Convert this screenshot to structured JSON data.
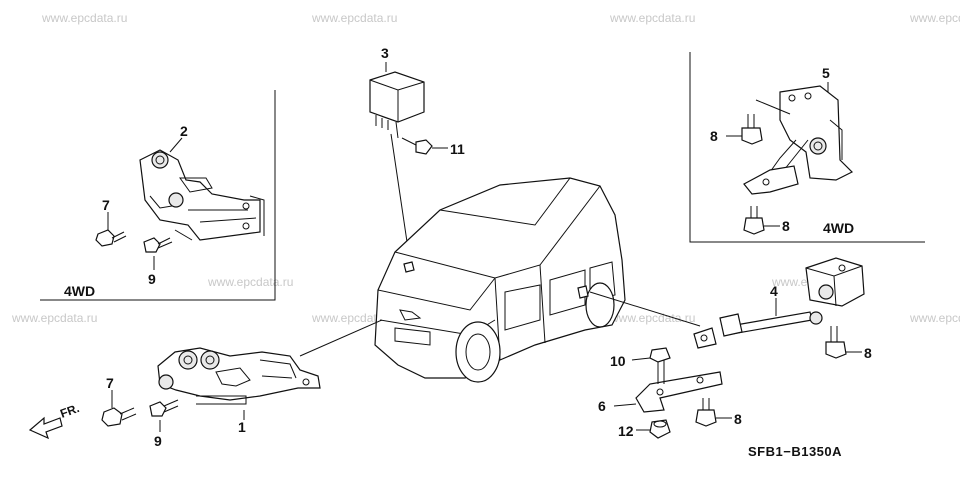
{
  "watermark": "www.epcdata.ru",
  "diagram_code": "SFB1−B1350A",
  "front_arrow_label": "FR.",
  "variant_labels": {
    "left_box": "4WD",
    "right_box": "4WD"
  },
  "callouts": {
    "part_1": "1",
    "part_2": "2",
    "part_3": "3",
    "part_4": "4",
    "part_5": "5",
    "part_6": "6",
    "part_7_box": "7",
    "part_7_main": "7",
    "part_8_box_top": "8",
    "part_8_box_bottom": "8",
    "part_8_sensor": "8",
    "part_8_bracket": "8",
    "part_9_box": "9",
    "part_9_main": "9",
    "part_10": "10",
    "part_11": "11",
    "part_12": "12"
  }
}
